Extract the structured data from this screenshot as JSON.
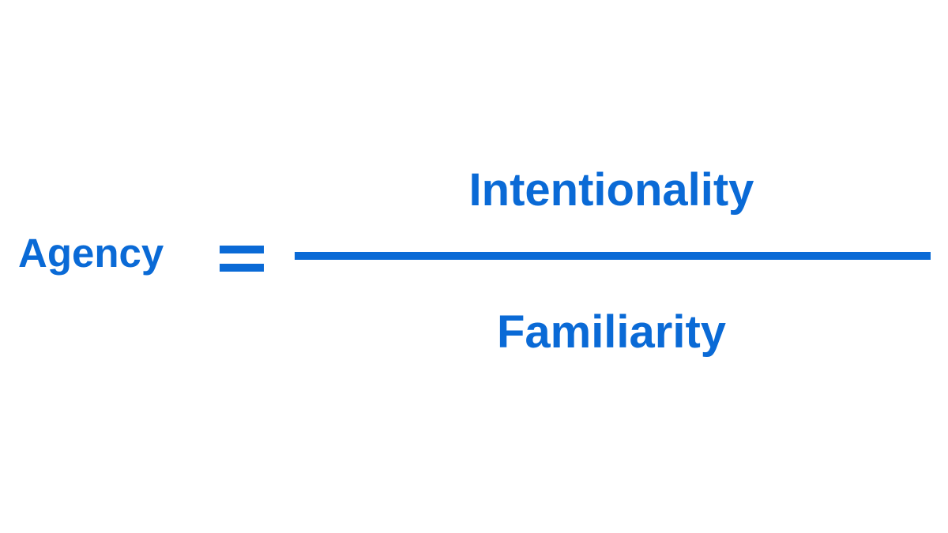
{
  "equation": {
    "lhs": "Agency",
    "numerator": "Intentionality",
    "denominator": "Familiarity"
  },
  "colors": {
    "accent": "#0a6ad6",
    "background": "#ffffff"
  }
}
